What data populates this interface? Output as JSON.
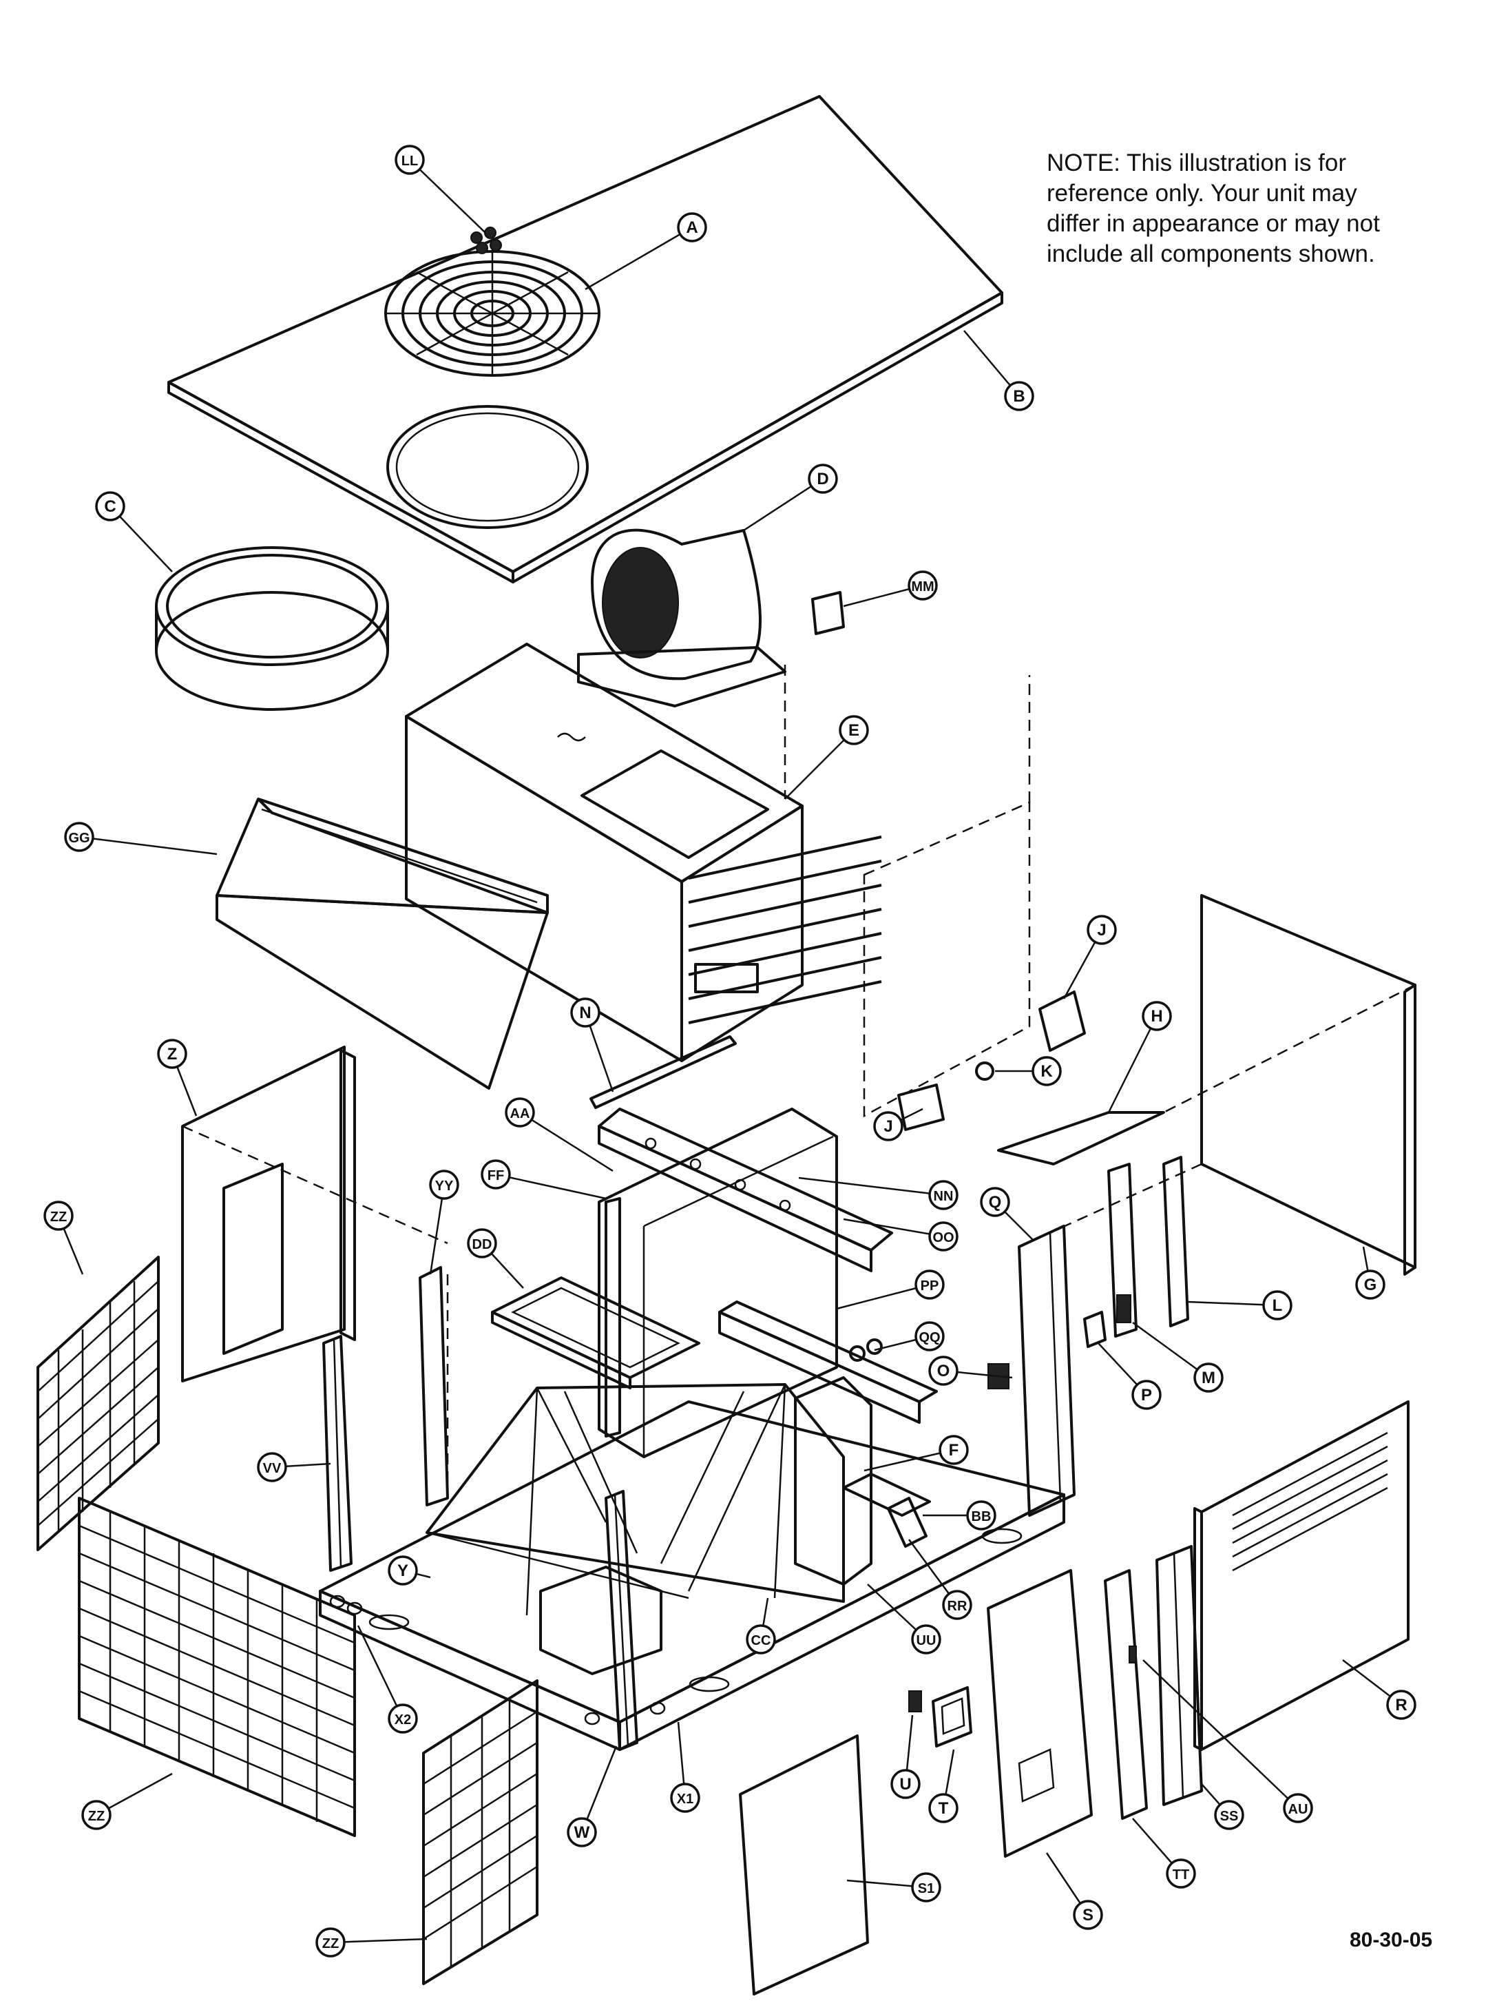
{
  "note": "NOTE:      This illustration is for\nreference only.   Your unit may\ndiffer in appearance or may not\ninclude all components shown.",
  "drawing_code": "80-30-05",
  "callouts": [
    {
      "label": "LL"
    },
    {
      "label": "A"
    },
    {
      "label": "B"
    },
    {
      "label": "C"
    },
    {
      "label": "D"
    },
    {
      "label": "MM"
    },
    {
      "label": "E"
    },
    {
      "label": "GG"
    },
    {
      "label": "J"
    },
    {
      "label": "H"
    },
    {
      "label": "N"
    },
    {
      "label": "K"
    },
    {
      "label": "J"
    },
    {
      "label": "Z"
    },
    {
      "label": "AA"
    },
    {
      "label": "YY"
    },
    {
      "label": "FF"
    },
    {
      "label": "NN"
    },
    {
      "label": "Q"
    },
    {
      "label": "G"
    },
    {
      "label": "ZZ"
    },
    {
      "label": "DD"
    },
    {
      "label": "OO"
    },
    {
      "label": "PP"
    },
    {
      "label": "L"
    },
    {
      "label": "QQ"
    },
    {
      "label": "O"
    },
    {
      "label": "P"
    },
    {
      "label": "M"
    },
    {
      "label": "VV"
    },
    {
      "label": "F"
    },
    {
      "label": "BB"
    },
    {
      "label": "Y"
    },
    {
      "label": "RR"
    },
    {
      "label": "CC"
    },
    {
      "label": "UU"
    },
    {
      "label": "R"
    },
    {
      "label": "X2"
    },
    {
      "label": "ZZ"
    },
    {
      "label": "U"
    },
    {
      "label": "X1"
    },
    {
      "label": "W"
    },
    {
      "label": "T"
    },
    {
      "label": "SS"
    },
    {
      "label": "AU"
    },
    {
      "label": "TT"
    },
    {
      "label": "S1"
    },
    {
      "label": "S"
    },
    {
      "label": "ZZ"
    }
  ]
}
